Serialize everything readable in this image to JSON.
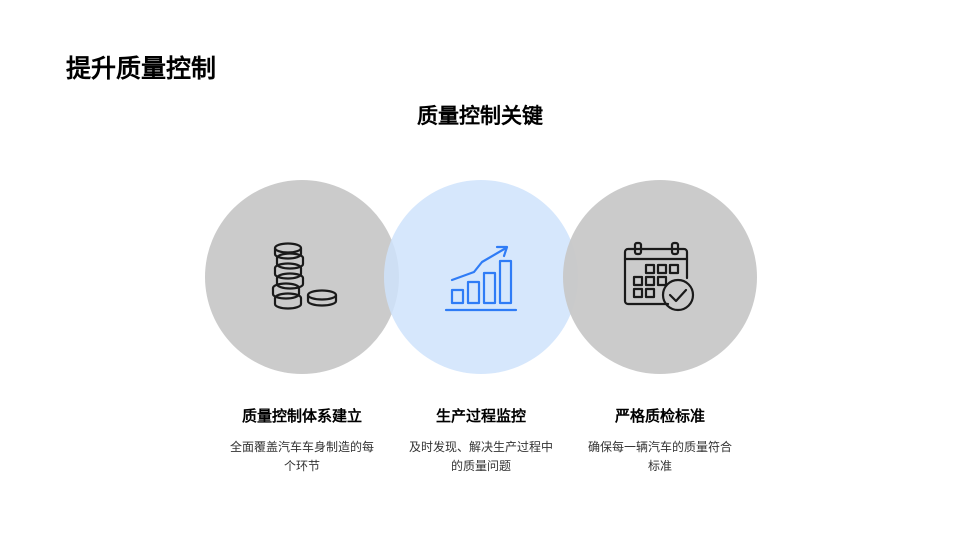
{
  "page_title": "提升质量控制",
  "section_title": "质量控制关键",
  "colors": {
    "circle_gray": "#c8c8c8",
    "circle_blue": "#cfe3fb",
    "icon_dark": "#1a1a1a",
    "icon_blue": "#2f7cf6"
  },
  "cards": [
    {
      "icon": "coins-stack-icon",
      "title": "质量控制体系建立",
      "desc_line1": "全面覆盖汽车车身制造的每",
      "desc_line2": "个环节"
    },
    {
      "icon": "growth-chart-icon",
      "title": "生产过程监控",
      "desc_line1": "及时发现、解决生产过程中",
      "desc_line2": "的质量问题"
    },
    {
      "icon": "calendar-check-icon",
      "title": "严格质检标准",
      "desc_line1": "确保每一辆汽车的质量符合",
      "desc_line2": "标准"
    }
  ]
}
